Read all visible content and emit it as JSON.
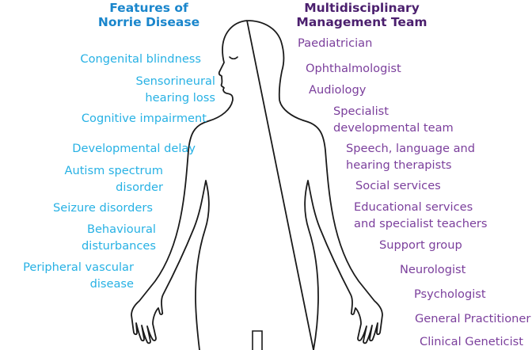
{
  "headings": {
    "features": [
      "Features of",
      "Norrie Disease"
    ],
    "team": [
      "Multidisciplinary",
      "Management Team"
    ]
  },
  "features": [
    [
      "Congenital blindness"
    ],
    [
      "Sensorineural",
      "hearing loss"
    ],
    [
      "Cognitive impairment"
    ],
    [
      "Developmental delay"
    ],
    [
      "Autism spectrum",
      "disorder"
    ],
    [
      "Seizure disorders"
    ],
    [
      "Behavioural",
      "disturbances"
    ],
    [
      "Peripheral vascular",
      "disease"
    ]
  ],
  "team": [
    [
      "Paediatrician"
    ],
    [
      "Ophthalmologist"
    ],
    [
      "Audiology"
    ],
    [
      "Specialist",
      "developmental team"
    ],
    [
      "Speech, language and",
      "hearing therapists"
    ],
    [
      "Social services"
    ],
    [
      "Educational services",
      "and specialist teachers"
    ],
    [
      "Support group"
    ],
    [
      "Neurologist"
    ],
    [
      "Psychologist"
    ],
    [
      "General Practitioner"
    ],
    [
      "Clinical Geneticist"
    ]
  ],
  "colors": {
    "features_heading": "#1a86cc",
    "features_text": "#27b1e4",
    "team_heading": "#4b1f6e",
    "team_text": "#7b3f9c",
    "outline": "#1a1a1a"
  },
  "icons": {
    "figure": "human-body-outline-icon"
  }
}
